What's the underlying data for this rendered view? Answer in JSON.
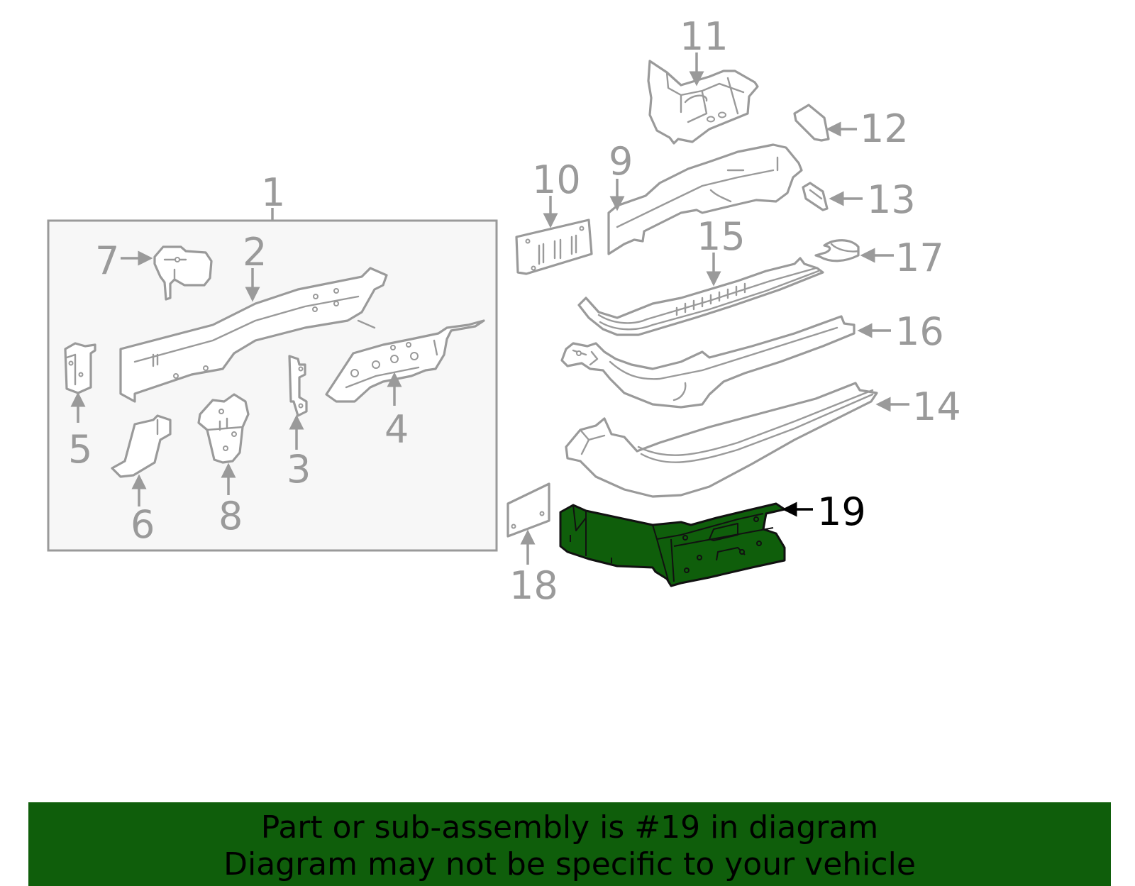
{
  "colors": {
    "highlight": "#0f5e0b",
    "outline": "#9a9a9a",
    "banner_bg": "#0f5e0b",
    "group_box_bg": "#f7f7f7"
  },
  "callouts": {
    "c1": "1",
    "c2": "2",
    "c3": "3",
    "c4": "4",
    "c5": "5",
    "c6": "6",
    "c7": "7",
    "c8": "8",
    "c9": "9",
    "c10": "10",
    "c11": "11",
    "c12": "12",
    "c13": "13",
    "c14": "14",
    "c15": "15",
    "c16": "16",
    "c17": "17",
    "c18": "18",
    "c19": "19"
  },
  "highlighted_part": "19",
  "banner": {
    "line1": "Part or sub-assembly is #19 in diagram",
    "line2": "Diagram may not be specific to your vehicle"
  }
}
